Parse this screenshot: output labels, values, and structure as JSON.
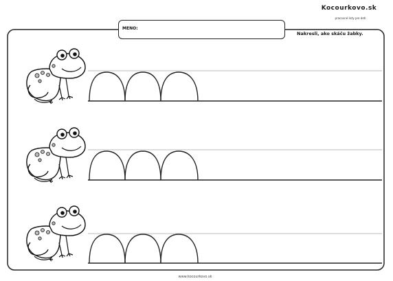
{
  "header": {
    "brand": "Kocourkovo.sk",
    "brand_sub": "pracovné listy pre deti",
    "name_label": "MENO:",
    "instruction": "Nakresli, ako skáču žabky."
  },
  "rows": [
    {
      "loops": 3
    },
    {
      "loops": 3
    },
    {
      "loops": 3
    }
  ],
  "footer": {
    "url": "www.kocourkovo.sk"
  }
}
